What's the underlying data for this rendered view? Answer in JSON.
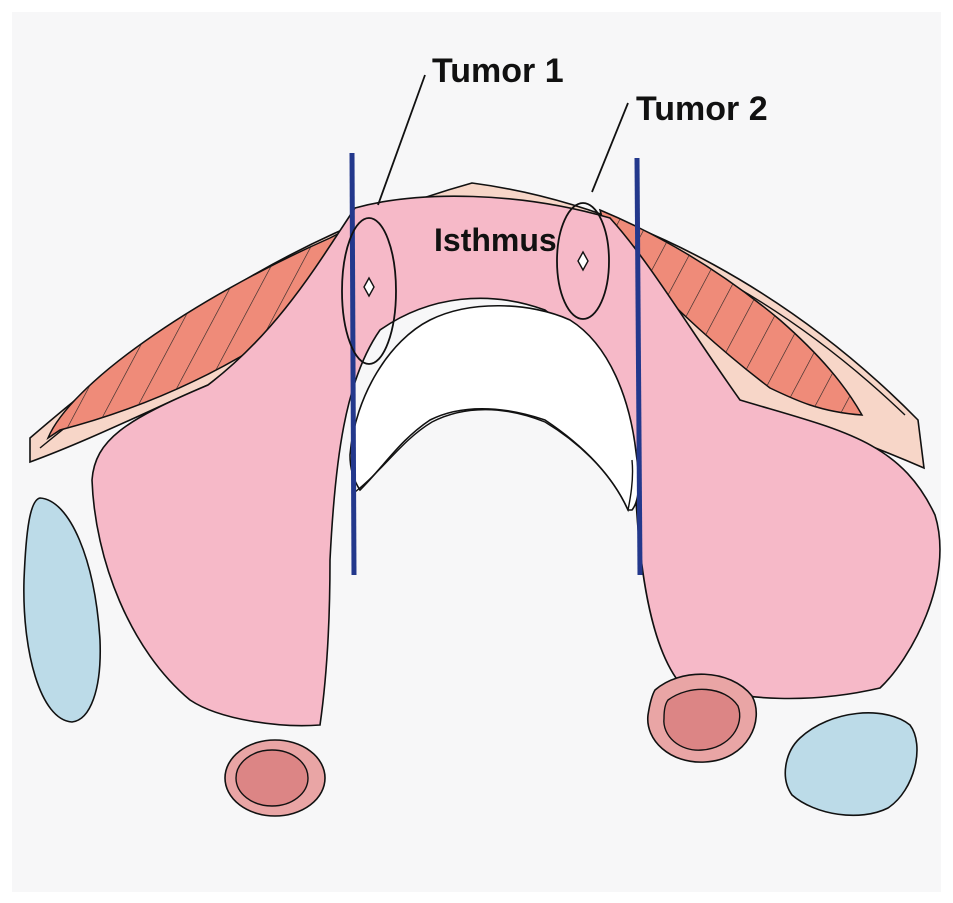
{
  "labels": {
    "tumor1": "Tumor 1",
    "tumor2": "Tumor 2",
    "isthmus": "Isthmus"
  },
  "colors": {
    "background": "#f7f7f8",
    "frame": "#ffffff",
    "skin": "#f7d6c8",
    "thyroid": "#f6b9c8",
    "muscle": "#ef8b79",
    "artery": "#dc8585",
    "vein": "#bcdbe8",
    "incision_line": "#23388c",
    "outline": "#111111"
  },
  "icons": {
    "tumor1_marker": "diamond-icon",
    "tumor2_marker": "diamond-icon"
  }
}
